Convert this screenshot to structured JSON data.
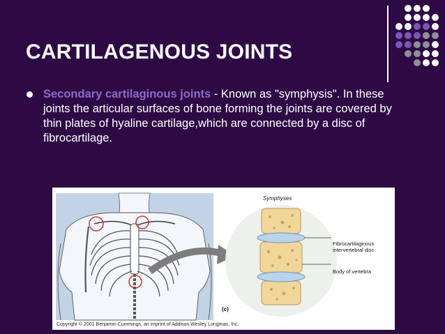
{
  "slide": {
    "title": "CARTILAGENOUS JOINTS",
    "bullet": {
      "highlight": "Secondary cartilaginous joints",
      "text": " - Known as \"symphysis\". In these joints the articular surfaces of bone forming the joints are covered by thin plates of hyaline cartilage,which are connected by a disc of fibrocartilage."
    }
  },
  "figure": {
    "title": "Symphyses",
    "label_fibro": "Fibrocartilaginous intervertebral disc",
    "label_vertebra": "Body of vertebra",
    "panel_label": "(c)",
    "copyright": "Copyright © 2001 Benjamin Cummings, an imprint of Addison Wesley Longman, Inc."
  },
  "colors": {
    "background": "#2e0a45",
    "highlight": "#8c6bc8",
    "dot_light": "#ffffff",
    "dot_purple": "#7b56b5",
    "dot_gray": "#8f8f9a"
  }
}
